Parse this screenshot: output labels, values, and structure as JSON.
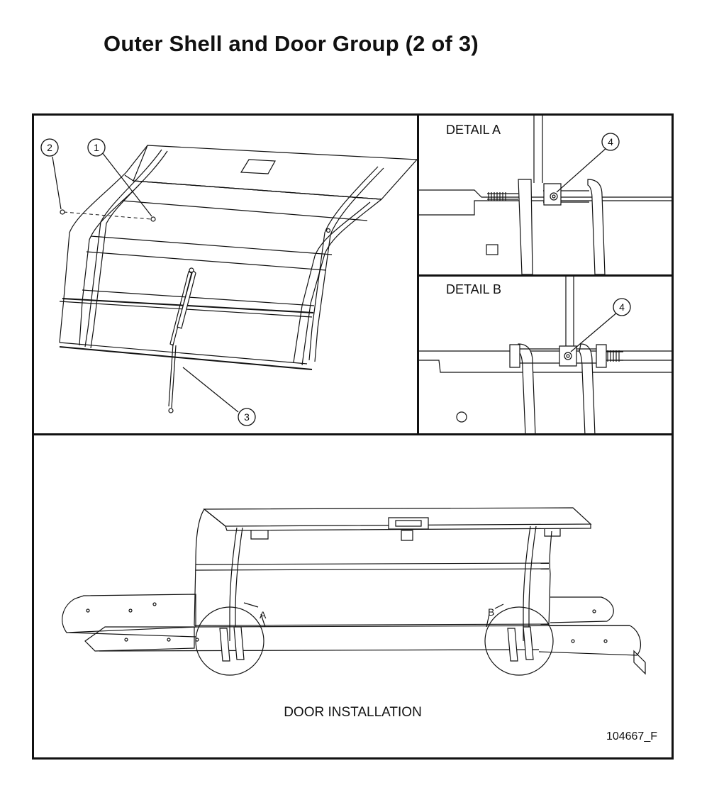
{
  "title": "Outer Shell and Door Group (2 of 3)",
  "main_view": {
    "callouts": [
      "1",
      "2",
      "3"
    ]
  },
  "detail_a": {
    "label": "DETAIL A",
    "callout": "4"
  },
  "detail_b": {
    "label": "DETAIL B",
    "callout": "4"
  },
  "door_installation": {
    "label": "DOOR INSTALLATION",
    "marker_a": "A",
    "marker_b": "B"
  },
  "drawing_number": "104667_F"
}
